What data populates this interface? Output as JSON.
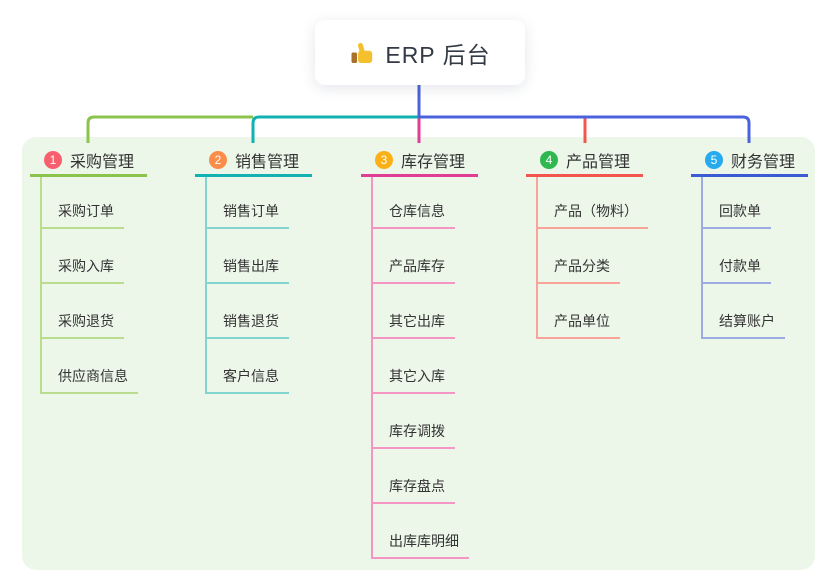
{
  "root": {
    "label": "ERP 后台",
    "icon": "thumbs-up-icon"
  },
  "colors": {
    "bus_blue": "#4a63dd",
    "panel_bg": "#ecf7ea",
    "root_text": "#333a45",
    "node_text": "#333333",
    "root_card_bg": "#ffffff",
    "thumb_yellow": "#f5c02e",
    "thumb_cuff_brown": "#a9702c"
  },
  "branches": [
    {
      "num": "1",
      "label": "采购管理",
      "badge_color": "#f85f6e",
      "line_color": "#8bc34c",
      "child_line_color": "#b9dc8f",
      "children": [
        "采购订单",
        "采购入库",
        "采购退货",
        "供应商信息"
      ]
    },
    {
      "num": "2",
      "label": "销售管理",
      "badge_color": "#fb8c49",
      "line_color": "#12b2b2",
      "child_line_color": "#83d4cd",
      "children": [
        "销售订单",
        "销售出库",
        "销售退货",
        "客户信息"
      ]
    },
    {
      "num": "3",
      "label": "库存管理",
      "badge_color": "#fbb017",
      "line_color": "#e03e95",
      "child_line_color": "#f495c3",
      "children": [
        "仓库信息",
        "产品库存",
        "其它出库",
        "其它入库",
        "库存调拨",
        "库存盘点",
        "出库库明细"
      ]
    },
    {
      "num": "4",
      "label": "产品管理",
      "badge_color": "#2eb84f",
      "line_color": "#f2564d",
      "child_line_color": "#f9a49b",
      "children": [
        "产品（物料）",
        "产品分类",
        "产品单位"
      ]
    },
    {
      "num": "5",
      "label": "财务管理",
      "badge_color": "#27aaee",
      "line_color": "#3c5ad3",
      "child_line_color": "#9dabe3",
      "children": [
        "回款单",
        "付款单",
        "结算账户"
      ]
    }
  ]
}
